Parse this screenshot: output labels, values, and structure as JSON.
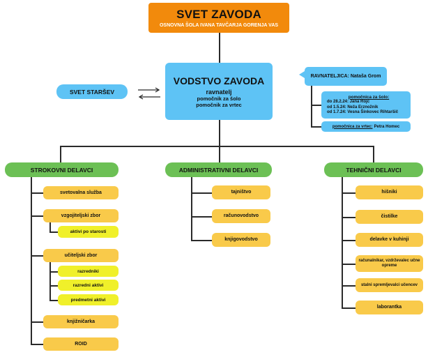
{
  "header": {
    "title": "SVET ZAVODA",
    "subtitle": "OSNOVNA ŠOLA IVANA TAVČARJA GORENJA VAS"
  },
  "management": {
    "title": "VODSTVO ZAVODA",
    "line1": "ravnatelj",
    "line2": "pomočnik za šolo",
    "line3": "pomočnik za vrtec"
  },
  "parents": "SVET STARŠEV",
  "director": "RAVNATELJICA: Nataša Grom",
  "assistant_school": {
    "heading": "pomočnica za šolo:",
    "rows": [
      "do 28.2.24: Jana Rojc",
      "od 1.5.24: Neža Erznožnik",
      "od 1.7.24: Vesna Šinkovec Rihtaršič"
    ]
  },
  "assistant_kg": {
    "label": "pomočnica za vrtec:",
    "name": "Petra Homec"
  },
  "sections": {
    "professional": {
      "title": "STROKOVNI DELAVCI",
      "items": [
        "svetovalna služba",
        "vzgojiteljski zbor",
        "aktivi po starosti",
        "učiteljski zbor",
        "razredniki",
        "razredni aktivi",
        "predmetni aktivi",
        "knjižničarka",
        "ROID"
      ]
    },
    "administrative": {
      "title": "ADMINISTRATIVNI DELAVCI",
      "items": [
        "tajništvo",
        "računovodstvo",
        "knjigovodstvo"
      ]
    },
    "technical": {
      "title": "TEHNIČNI DELAVCI",
      "items": [
        "hišniki",
        "čistilke",
        "delavke v kuhinji",
        "računalnikar, vzdrževalec učne opreme",
        "stalni spremljevalci učencev",
        "laborantka"
      ]
    }
  },
  "colors": {
    "orange": "#f28a0c",
    "blue": "#5ec3f5",
    "green": "#6cc055",
    "yellow": "#f9ca4a",
    "lime": "#f0f02a"
  }
}
